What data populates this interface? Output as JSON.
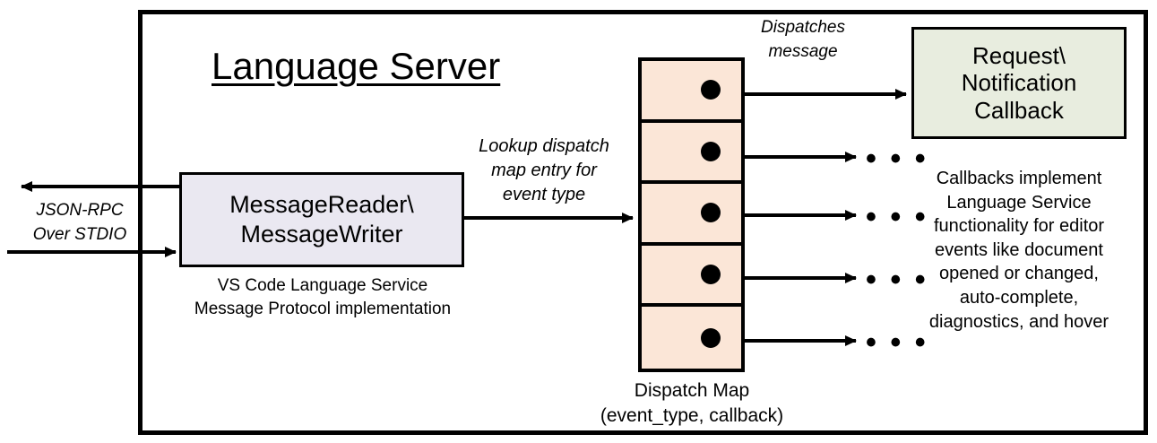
{
  "diagram": {
    "title": "Language Server",
    "outer_border_color": "#000000"
  },
  "message_io": {
    "box_label_line1": "MessageReader\\",
    "box_label_line2": "MessageWriter",
    "box_fill": "#eae8f1",
    "caption_line1": "VS Code Language Service",
    "caption_line2": "Message Protocol implementation",
    "transport_label_line1": "JSON-RPC",
    "transport_label_line2": "Over STDIO"
  },
  "lookup": {
    "label_line1": "Lookup dispatch",
    "label_line2": "map entry for",
    "label_line3": "event type"
  },
  "dispatch_map": {
    "caption_line1": "Dispatch Map",
    "caption_line2": "(event_type, callback)",
    "cell_fill": "#fbe6d7",
    "rows": [
      {
        "id": "row-1",
        "marker": "dot"
      },
      {
        "id": "row-2",
        "marker": "dot"
      },
      {
        "id": "row-3",
        "marker": "dot"
      },
      {
        "id": "row-4",
        "marker": "dot"
      },
      {
        "id": "row-5",
        "marker": "dot"
      }
    ]
  },
  "dispatch": {
    "label_line1": "Dispatches",
    "label_line2": "message"
  },
  "callback": {
    "box_label_line1": "Request\\",
    "box_label_line2": "Notification",
    "box_label_line3": "Callback",
    "box_fill": "#e8eddf",
    "caption_line1": "Callbacks implement",
    "caption_line2": "Language Service",
    "caption_line3": "functionality for editor",
    "caption_line4": "events like document",
    "caption_line5": "opened or changed,",
    "caption_line6": "auto-complete,",
    "caption_line7": "diagnostics, and hover"
  },
  "ellipses": {
    "glyph": "• • •",
    "count": 4
  }
}
